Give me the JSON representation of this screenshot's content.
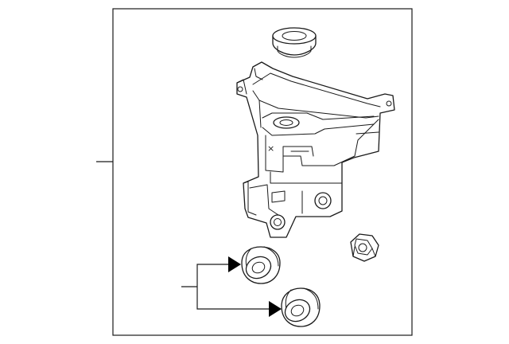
{
  "diagram": {
    "style": "parts-exploded-line-drawing",
    "colors": {
      "line": "#1a1a1a",
      "background": "#ffffff",
      "arrow": "#000000"
    },
    "parts": [
      {
        "id": "cap",
        "icon": "filler-cap-icon"
      },
      {
        "id": "reservoir",
        "icon": "washer-reservoir-icon",
        "mark": "×"
      },
      {
        "id": "nut",
        "icon": "hex-nut-icon"
      },
      {
        "id": "grommet-upper",
        "icon": "grommet-icon"
      },
      {
        "id": "grommet-lower",
        "icon": "grommet-icon"
      }
    ]
  }
}
